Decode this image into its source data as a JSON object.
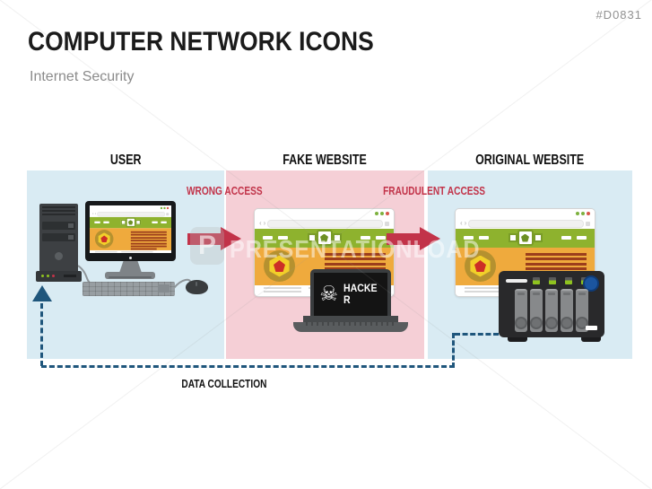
{
  "page": {
    "code": "#D0831",
    "watermark_text": "PRESENTATIONLOAD",
    "watermark_logo_letter": "P"
  },
  "header": {
    "title": "COMPUTER NETWORK ICONS",
    "subtitle": "Internet Security"
  },
  "diagram": {
    "sections": [
      {
        "id": "user",
        "label": "USER"
      },
      {
        "id": "fake-website",
        "label": "FAKE WEBSITE"
      },
      {
        "id": "original-website",
        "label": "ORIGINAL WEBSITE"
      }
    ],
    "flows": [
      {
        "label": "WRONG ACCESS"
      },
      {
        "label": "FRAUDULENT ACCESS"
      }
    ],
    "data_collection_label": "DATA COLLECTION",
    "hacker": {
      "line1": "HACKE",
      "line2": "R",
      "icon_glyph": "☠",
      "icon_name": "skull-crossbones"
    },
    "icons": {
      "back_glyph": "‹",
      "forward_glyph": "›",
      "browser_dots": [
        "green",
        "green",
        "red"
      ],
      "navband_badge": "award-ribbon",
      "hero_badge": "shield-medal"
    },
    "colors": {
      "panel_blue": "#d9ebf3",
      "panel_pink": "#f5cfd6",
      "accent_red": "#c23349",
      "dash_navy": "#1f567c",
      "site_green": "#8eb22e",
      "site_orange": "#efaa3d",
      "text_line_red": "#9c3e1c",
      "badge_gold": "#b5912f",
      "badge_yellow": "#f2cf2a",
      "badge_red": "#cc2f26",
      "nas_led_green": "#8fc31f",
      "nas_button_blue": "#1b55a0"
    }
  }
}
